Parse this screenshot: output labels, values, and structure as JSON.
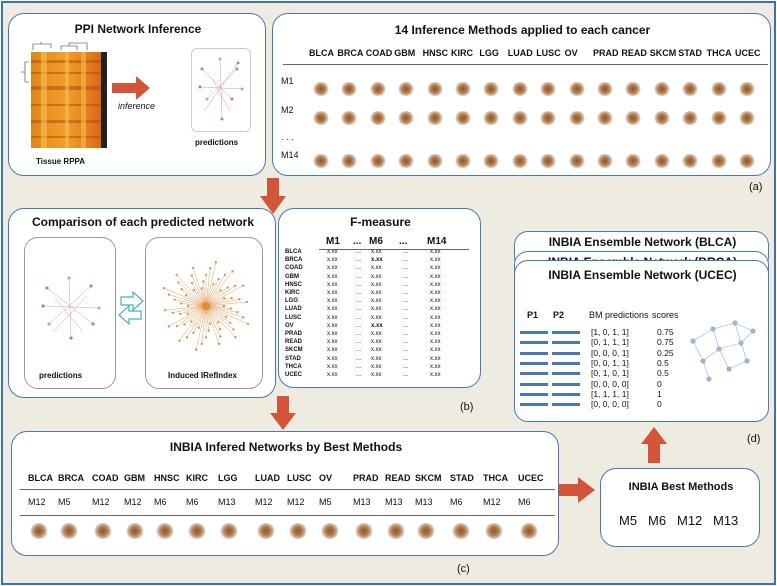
{
  "ppi": {
    "title": "PPI Network Inference",
    "arrow_label": "inference",
    "heatmap_label": "Tissue RPPA",
    "predictions_label": "predictions"
  },
  "methods_panel": {
    "title": "14 Inference Methods applied to each cancer",
    "cancers": [
      "BLCA",
      "BRCA",
      "COAD",
      "GBM",
      "HNSC",
      "KIRC",
      "LGG",
      "LUAD",
      "LUSC",
      "OV",
      "PRAD",
      "READ",
      "SKCM",
      "STAD",
      "THCA",
      "UCEC"
    ],
    "rows": [
      "M1",
      "M2",
      ". . .",
      "M14"
    ],
    "letter": "(a)"
  },
  "comparison": {
    "title": "Comparison of each predicted network",
    "left_label": "predictions",
    "right_label": "Induced IRefIndex"
  },
  "fmeasure": {
    "title": "F-measure",
    "columns": [
      "M1",
      "...",
      "M6",
      "...",
      "M14"
    ],
    "rows": [
      {
        "name": "BLCA",
        "m1": "x.xx",
        "d1": "...",
        "m6": "x.xx",
        "d2": "...",
        "m14": "x.xx"
      },
      {
        "name": "BRCA",
        "m1": "x.xx",
        "d1": "...",
        "m6": "x.xx",
        "d2": "...",
        "m14": "x.xx",
        "bold6": true
      },
      {
        "name": "COAD",
        "m1": "x.xx",
        "d1": "...",
        "m6": "x.xx",
        "d2": "...",
        "m14": "x.xx"
      },
      {
        "name": "GBM",
        "m1": "x.xx",
        "d1": "...",
        "m6": "x.xx",
        "d2": "...",
        "m14": "x.xx"
      },
      {
        "name": "HNSC",
        "m1": "x.xx",
        "d1": "...",
        "m6": "x.xx",
        "d2": "...",
        "m14": "x.xx"
      },
      {
        "name": "KIRC",
        "m1": "x.xx",
        "d1": "...",
        "m6": "x.xx",
        "d2": "...",
        "m14": "x.xx"
      },
      {
        "name": "LGG",
        "m1": "x.xx",
        "d1": "...",
        "m6": "x.xx",
        "d2": "...",
        "m14": "x.xx"
      },
      {
        "name": "LUAD",
        "m1": "x.xx",
        "d1": "...",
        "m6": "x.xx",
        "d2": "...",
        "m14": "x.xx"
      },
      {
        "name": "LUSC",
        "m1": "x.xx",
        "d1": "...",
        "m6": "x.xx",
        "d2": "...",
        "m14": "x.xx"
      },
      {
        "name": "OV",
        "m1": "x.xx",
        "d1": "...",
        "m6": "x.xx",
        "d2": "...",
        "m14": "x.xx",
        "bold6": true
      },
      {
        "name": "PRAD",
        "m1": "x.xx",
        "d1": "...",
        "m6": "x.xx",
        "d2": "...",
        "m14": "x.xx"
      },
      {
        "name": "READ",
        "m1": "x.xx",
        "d1": "...",
        "m6": "x.xx",
        "d2": "...",
        "m14": "x.xx"
      },
      {
        "name": "SKCM",
        "m1": "x.xx",
        "d1": "...",
        "m6": "x.xx",
        "d2": "...",
        "m14": "x.xx"
      },
      {
        "name": "STAD",
        "m1": "x.xx",
        "d1": "...",
        "m6": "x.xx",
        "d2": "...",
        "m14": "x.xx"
      },
      {
        "name": "THCA",
        "m1": "x.xx",
        "d1": "...",
        "m6": "x.xx",
        "d2": "...",
        "m14": "x.xx"
      },
      {
        "name": "UCEC",
        "m1": "x.xx",
        "d1": "...",
        "m6": "x.xx",
        "d2": "...",
        "m14": "x.xx"
      }
    ],
    "letter": "(b)"
  },
  "ensemble": {
    "stack_titles": [
      "INBIA Ensemble Network (BLCA)",
      "INBIA Ensemble Network (BRCA)",
      "INBIA Ensemble Network (……….)",
      "INBIA Ensemble Network (UCEC)"
    ],
    "col_p1": "P1",
    "col_p2": "P2",
    "col_bm": "BM predictions",
    "col_scores": "scores",
    "rows": [
      {
        "bm": "[1, 0, 1, 1]",
        "score": "0.75"
      },
      {
        "bm": "[0, 1, 1, 1]",
        "score": "0.75"
      },
      {
        "bm": "[0, 0, 0, 1]",
        "score": "0.25"
      },
      {
        "bm": "[0, 0, 1, 1]",
        "score": "0.5"
      },
      {
        "bm": "[0, 1, 0, 1]",
        "score": "0.5"
      },
      {
        "bm": "[0, 0, 0, 0]",
        "score": "0"
      },
      {
        "bm": "[1, 1, 1, 1]",
        "score": "1"
      },
      {
        "bm": "[0, 0, 0, 0]",
        "score": "0"
      }
    ],
    "letter": "(d)"
  },
  "inferred": {
    "title": "INBIA Infered Networks by Best Methods",
    "cancers": [
      "BLCA",
      "BRCA",
      "COAD",
      "GBM",
      "HNSC",
      "KIRC",
      "LGG",
      "LUAD",
      "LUSC",
      "OV",
      "PRAD",
      "READ",
      "SKCM",
      "STAD",
      "THCA",
      "UCEC"
    ],
    "methods": [
      "M12",
      "M5",
      "M12",
      "M12",
      "M6",
      "M6",
      "M13",
      "M12",
      "M12",
      "M5",
      "M13",
      "M13",
      "M13",
      "M6",
      "M12",
      "M6"
    ],
    "letter": "(c)"
  },
  "best": {
    "title": "INBIA Best Methods",
    "methods": [
      "M5",
      "M6",
      "M12",
      "M13"
    ]
  },
  "colors": {
    "border": "#4a78b5",
    "background": "#eeece1",
    "arrow": "#d2553a",
    "network": "#a8744a"
  }
}
